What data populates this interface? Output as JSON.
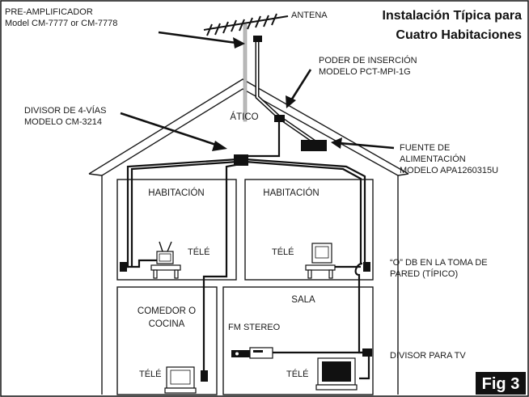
{
  "title": {
    "line1": "Instalación Típica para",
    "line2": "Cuatro Habitaciones"
  },
  "figure_label": "Fig 3",
  "labels": {
    "preamp_line1": "PRE-AMPLIFICADOR",
    "preamp_line2": "Model CM-7777 or CM-7778",
    "antenna": "ANTENA",
    "power_inserter_line1": "PODER DE INSERCIÓN",
    "power_inserter_line2": "MODELO PCT-MPI-1G",
    "splitter_line1": "DIVISOR DE 4-VÍAS",
    "splitter_line2": "MODELO CM-3214",
    "power_supply_line1": "FUENTE DE",
    "power_supply_line2": "ALIMENTACIÓN",
    "power_supply_line3": "MODELO APA1260315U",
    "outlet_line1": "“O” DB EN LA TOMA DE",
    "outlet_line2": "PARED (TÍPICO)",
    "tv_splitter": "DIVISOR PARA TV"
  },
  "rooms": {
    "attic": "ÁTICO",
    "bedroom_left": "HABITACIÓN",
    "bedroom_right": "HABITACIÓN",
    "dining_line1": "COMEDOR O",
    "dining_line2": "COCINA",
    "living": "SALA"
  },
  "devices": {
    "tv_bedroom_left": "TÉLÉ",
    "tv_bedroom_right": "TÉLÉ",
    "tv_dining": "TÉLÉ",
    "tv_living": "TÉLÉ",
    "fm_stereo": "FM STEREO"
  }
}
